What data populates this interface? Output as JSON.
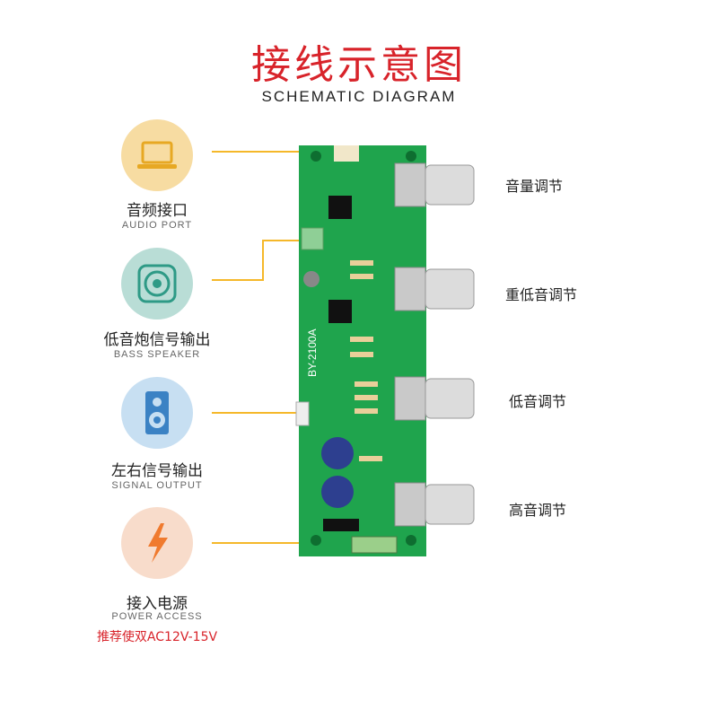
{
  "title": {
    "cn": "接线示意图",
    "en": "SCHEMATIC DIAGRAM"
  },
  "left_items": [
    {
      "cn": "音频接口",
      "en": "AUDIO PORT",
      "icon": "laptop-icon",
      "color": "#f7dca2"
    },
    {
      "cn": "低音炮信号输出",
      "en": "BASS SPEAKER",
      "icon": "speaker-icon",
      "color": "#b9ddd6"
    },
    {
      "cn": "左右信号输出",
      "en": "SIGNAL OUTPUT",
      "icon": "tower-speaker-icon",
      "color": "#c7dff2"
    },
    {
      "cn": "接入电源",
      "en": "POWER ACCESS",
      "icon": "lightning-icon",
      "color": "#f8dccb",
      "note": "推荐使双AC12V-15V"
    }
  ],
  "right_items": [
    "音量调节",
    "重低音调节",
    "低音调节",
    "高音调节"
  ],
  "board": {
    "model": "BY-2100A",
    "subtitle": "2.1低音炮前级",
    "color": "#1fa44d"
  },
  "line_color": "#f5b82a"
}
